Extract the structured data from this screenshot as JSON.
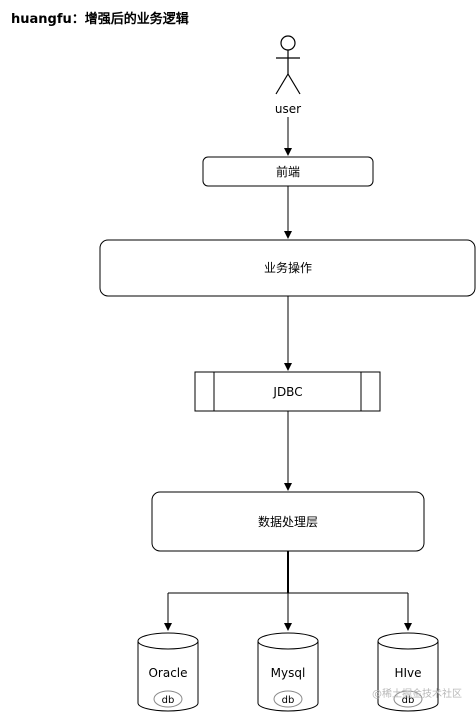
{
  "title": "huangfu：增强后的业务逻辑",
  "actor": {
    "label": "user"
  },
  "nodes": {
    "frontend": "前端",
    "business": "业务操作",
    "jdbc": "JDBC",
    "data_layer": "数据处理层"
  },
  "databases": [
    {
      "name": "Oracle",
      "tag": "db"
    },
    {
      "name": "Mysql",
      "tag": "db"
    },
    {
      "name": "HIve",
      "tag": "db"
    }
  ],
  "watermark": "@稀土掘金技术社区"
}
